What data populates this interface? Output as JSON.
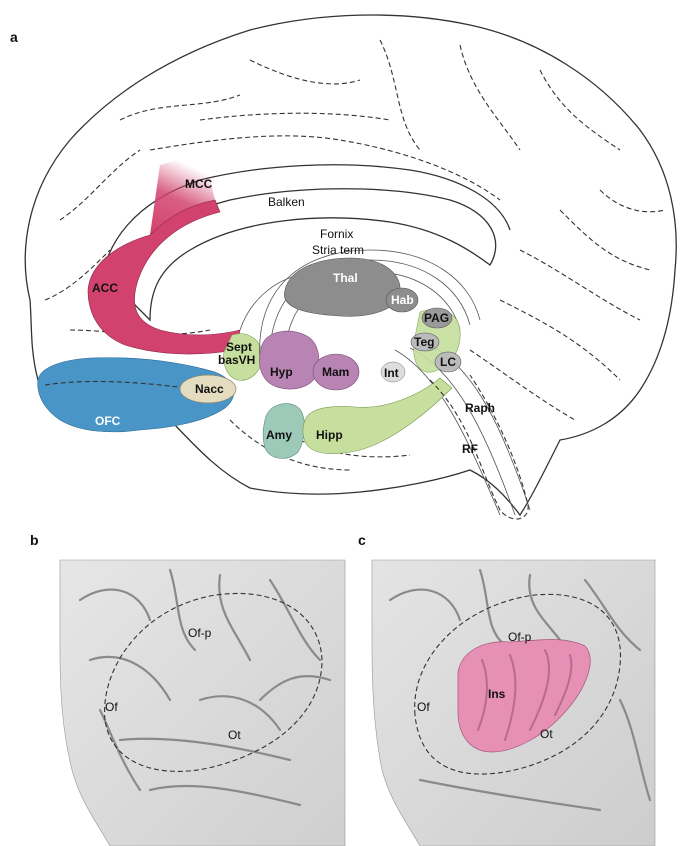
{
  "panels": {
    "a": {
      "letter": "a",
      "labels": {
        "mcc": "MCC",
        "acc": "ACC",
        "balken": "Balken",
        "fornix": "Fornix",
        "stria": "Stria term",
        "thal": "Thal",
        "hab": "Hab",
        "pag": "PAG",
        "teg": "Teg",
        "lc": "LC",
        "sept": "Sept",
        "basvh": "basVH",
        "hyp": "Hyp",
        "mam": "Mam",
        "int": "Int",
        "nacc": "Nacc",
        "ofc": "OFC",
        "amy": "Amy",
        "hipp": "Hipp",
        "raph": "Raph",
        "rf": "RF"
      }
    },
    "b": {
      "letter": "b",
      "labels": {
        "ofp": "Of-p",
        "of": "Of",
        "ot": "Ot"
      }
    },
    "c": {
      "letter": "c",
      "labels": {
        "ofp": "Of-p",
        "of": "Of",
        "ot": "Ot",
        "ins": "Ins"
      }
    }
  },
  "colors": {
    "acc": "#d2426e",
    "ofc": "#4a95c8",
    "thal": "#8d8d8d",
    "hyp": "#b884b4",
    "green": "#c6df9e",
    "amy": "#9dc9b8",
    "nacc": "#e3dcc0",
    "insula": "#e590b4",
    "cortex": "#dcdcdc"
  }
}
